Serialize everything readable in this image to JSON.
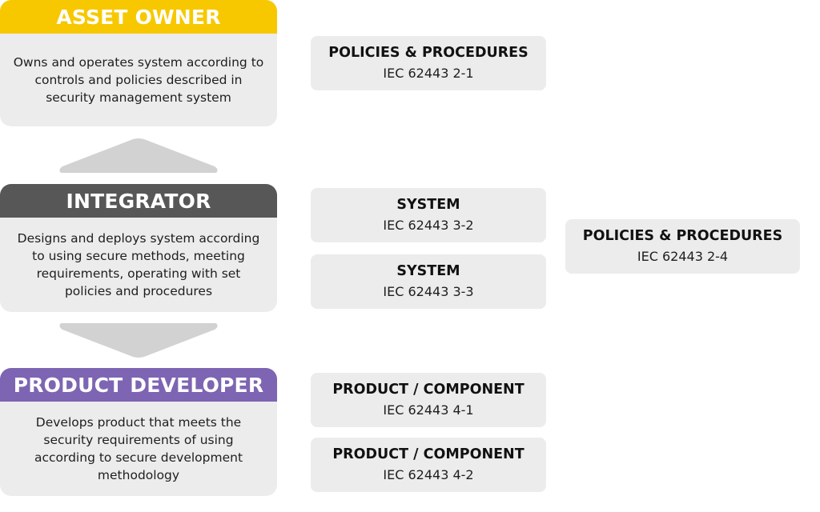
{
  "roles": {
    "asset_owner": {
      "title": "ASSET OWNER",
      "description": "Owns and operates system according to controls and policies described in security management system",
      "color": "#f7c800"
    },
    "integrator": {
      "title": "INTEGRATOR",
      "description": "Designs and deploys system according to using secure methods, meeting requirements, operating with set policies and procedures",
      "color": "#575757"
    },
    "product_developer": {
      "title": "PRODUCT DEVELOPER",
      "description": "Develops product that meets the security requirements of using according to secure development methodology",
      "color": "#7d65b3"
    }
  },
  "arrows": {
    "color": "#d2d2d2",
    "up_icon": "arrow-up-icon",
    "down_icon": "arrow-down-icon"
  },
  "standards": {
    "asset_owner_policies": {
      "title": "POLICIES & PROCEDURES",
      "code": "IEC 62443 2-1"
    },
    "system_3_2": {
      "title": "SYSTEM",
      "code": "IEC 62443 3-2"
    },
    "system_3_3": {
      "title": "SYSTEM",
      "code": "IEC 62443 3-3"
    },
    "policies_2_4": {
      "title": "POLICIES & PROCEDURES",
      "code": "IEC 62443 2-4"
    },
    "product_4_1": {
      "title": "PRODUCT / COMPONENT",
      "code": "IEC 62443 4-1"
    },
    "product_4_2": {
      "title": "PRODUCT / COMPONENT",
      "code": "IEC 62443 4-2"
    }
  }
}
